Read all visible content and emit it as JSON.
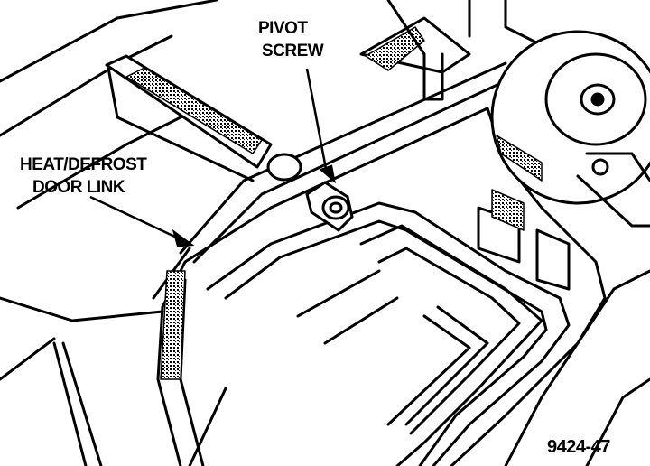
{
  "callouts": {
    "pivot_screw": {
      "line1": "PIVOT",
      "line2": "SCREW"
    },
    "door_link": {
      "line1": "HEAT/DEFROST",
      "line2": "DOOR LINK"
    }
  },
  "figure_number": "9424-47",
  "colors": {
    "ink": "#000000",
    "paper": "#ffffff"
  }
}
